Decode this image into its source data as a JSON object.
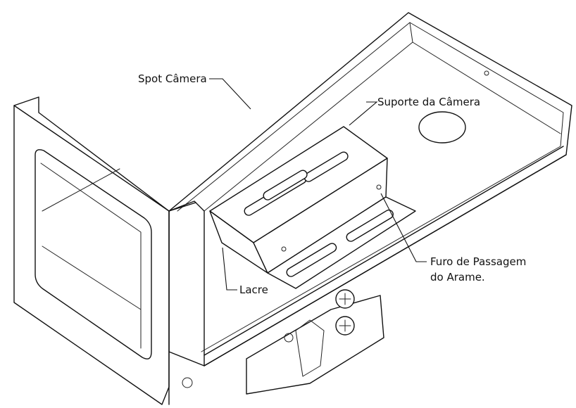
{
  "labels": {
    "spot_camera": "Spot Câmera",
    "camera_support": "Suporte da Câmera",
    "wire_hole_line1": "Furo de Passagem",
    "wire_hole_line2": "do Arame.",
    "seal": "Lacre"
  },
  "colors": {
    "line": "#111111",
    "background": "#ffffff"
  }
}
